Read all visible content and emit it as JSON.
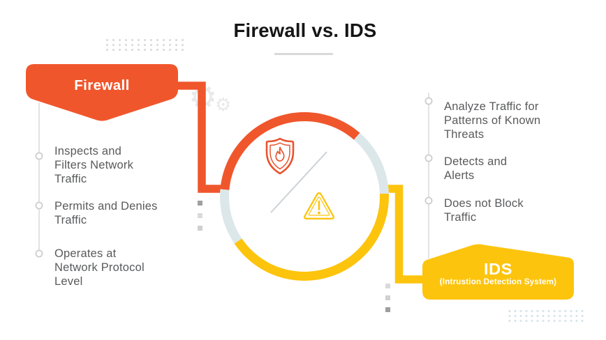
{
  "title": "Firewall vs. IDS",
  "firewall": {
    "label": "Firewall",
    "items": [
      [
        "Inspects and",
        "Filters Network",
        "Traffic"
      ],
      [
        "Permits and Denies",
        "Traffic"
      ],
      [
        "Operates at",
        "Network Protocol",
        "Level"
      ]
    ]
  },
  "ids": {
    "label": "IDS",
    "sublabel": "(Intrustion Detection System)",
    "items": [
      [
        "Analyze Traffic for",
        "Patterns of Known",
        "Threats"
      ],
      [
        "Detects and",
        "Alerts"
      ],
      [
        "Does not Block",
        "Traffic"
      ]
    ]
  },
  "center_icons": {
    "firewall_icon": "shield-flame-icon",
    "ids_icon": "warning-triangle-icon"
  },
  "decor": {
    "gear_glyph": "⚙"
  },
  "colors": {
    "orange": "#f0562c",
    "yellow": "#fdc40e",
    "pale_arc": "#dce7e9",
    "text_gray": "#595a5c",
    "title_black": "#151515",
    "line_gray": "#dcdcdc"
  }
}
